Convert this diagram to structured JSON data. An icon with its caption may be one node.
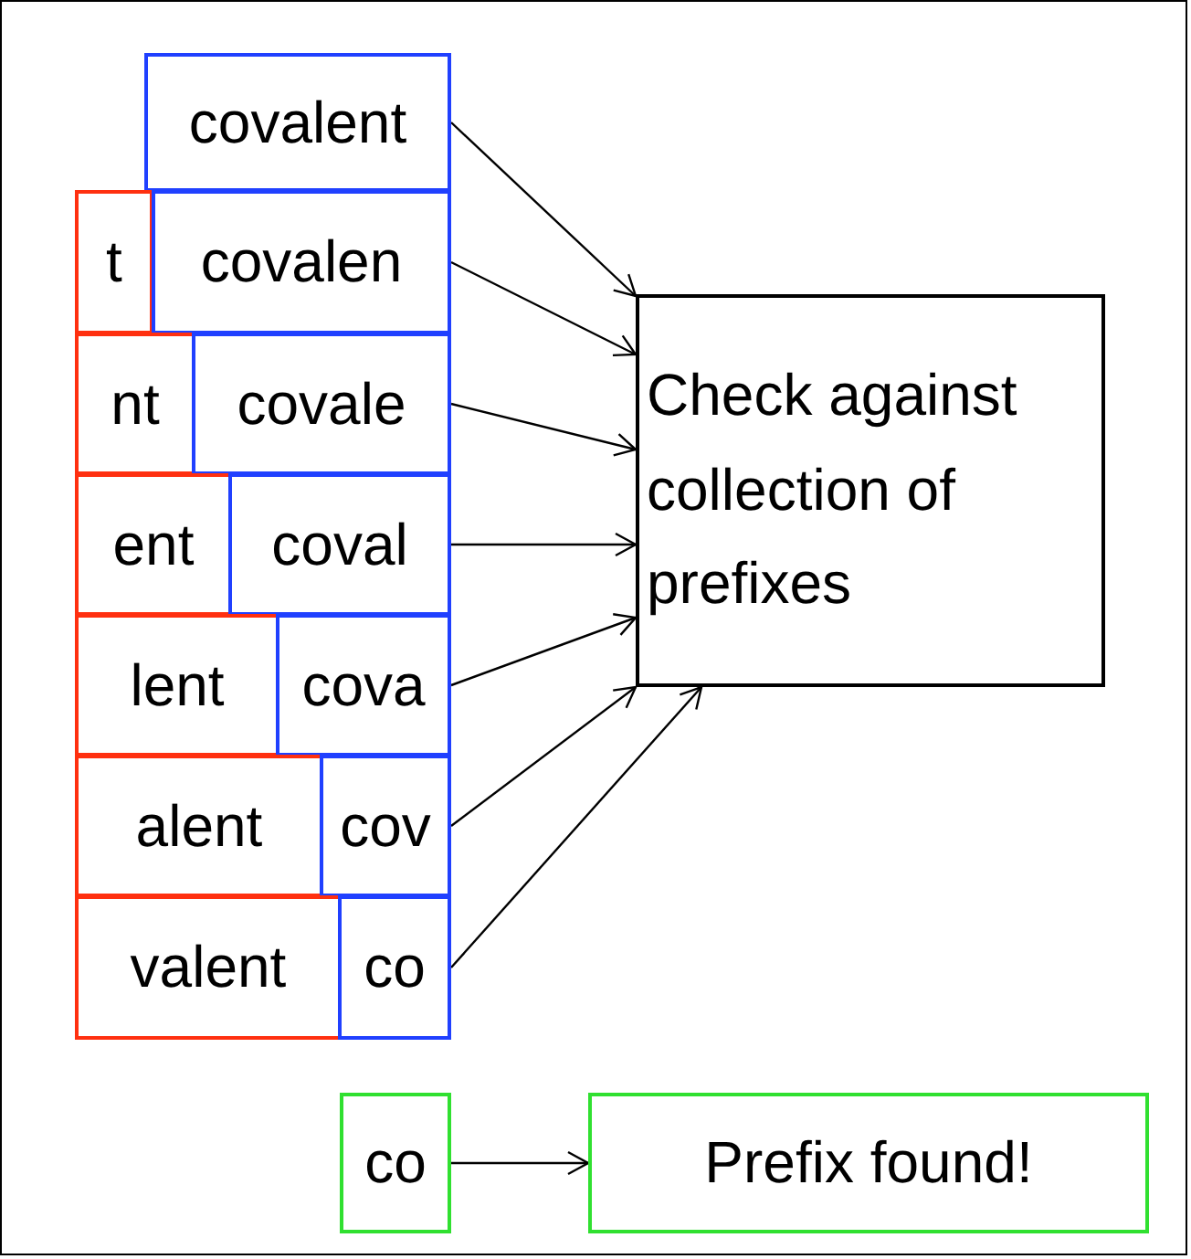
{
  "diagram": {
    "nodes": [
      {
        "text": [
          "covalent"
        ]
      },
      {
        "text": [
          "t"
        ]
      },
      {
        "text": [
          "covalen"
        ]
      },
      {
        "text": [
          "nt"
        ]
      },
      {
        "text": [
          "covale"
        ]
      },
      {
        "text": [
          "ent"
        ]
      },
      {
        "text": [
          "coval"
        ]
      },
      {
        "text": [
          "lent"
        ]
      },
      {
        "text": [
          "cova"
        ]
      },
      {
        "text": [
          "alent"
        ]
      },
      {
        "text": [
          "cov"
        ]
      },
      {
        "text": [
          "valent"
        ]
      },
      {
        "text": [
          "co"
        ]
      },
      {
        "text": [
          "Check against collection of prefixes"
        ]
      },
      {
        "text": [
          "co"
        ]
      },
      {
        "text": [
          "Prefix found!"
        ]
      }
    ],
    "edges": [
      {
        "from": 0,
        "to": 13,
        "arrow": "to"
      },
      {
        "from": 2,
        "to": 13,
        "arrow": "to"
      },
      {
        "from": 4,
        "to": 13,
        "arrow": "to"
      },
      {
        "from": 6,
        "to": 13,
        "arrow": "to"
      },
      {
        "from": 8,
        "to": 13,
        "arrow": "to"
      },
      {
        "from": 10,
        "to": 13,
        "arrow": "to"
      },
      {
        "from": 12,
        "to": 13,
        "arrow": "to"
      },
      {
        "from": 14,
        "to": 15,
        "arrow": "to"
      }
    ]
  }
}
